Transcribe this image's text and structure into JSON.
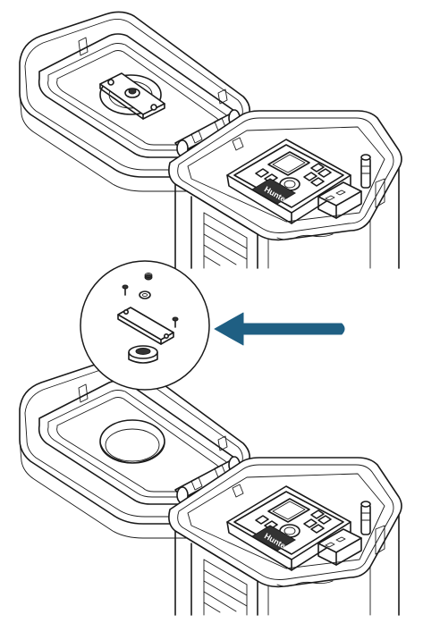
{
  "figure": {
    "panels": [
      "before-removal",
      "after-removal"
    ],
    "callout": {
      "parts": [
        "screw-left",
        "screw-right",
        "nut",
        "washer",
        "bracket-plate",
        "magnet-puck"
      ]
    },
    "arrow": {
      "color": "#1f5f83",
      "direction": "left",
      "icon": "arrow-left-icon"
    },
    "controller": {
      "brand_text": "Hunter"
    },
    "colors": {
      "line": "#1a1a1a",
      "background": "#ffffff",
      "arrow": "#1f5f83"
    }
  }
}
